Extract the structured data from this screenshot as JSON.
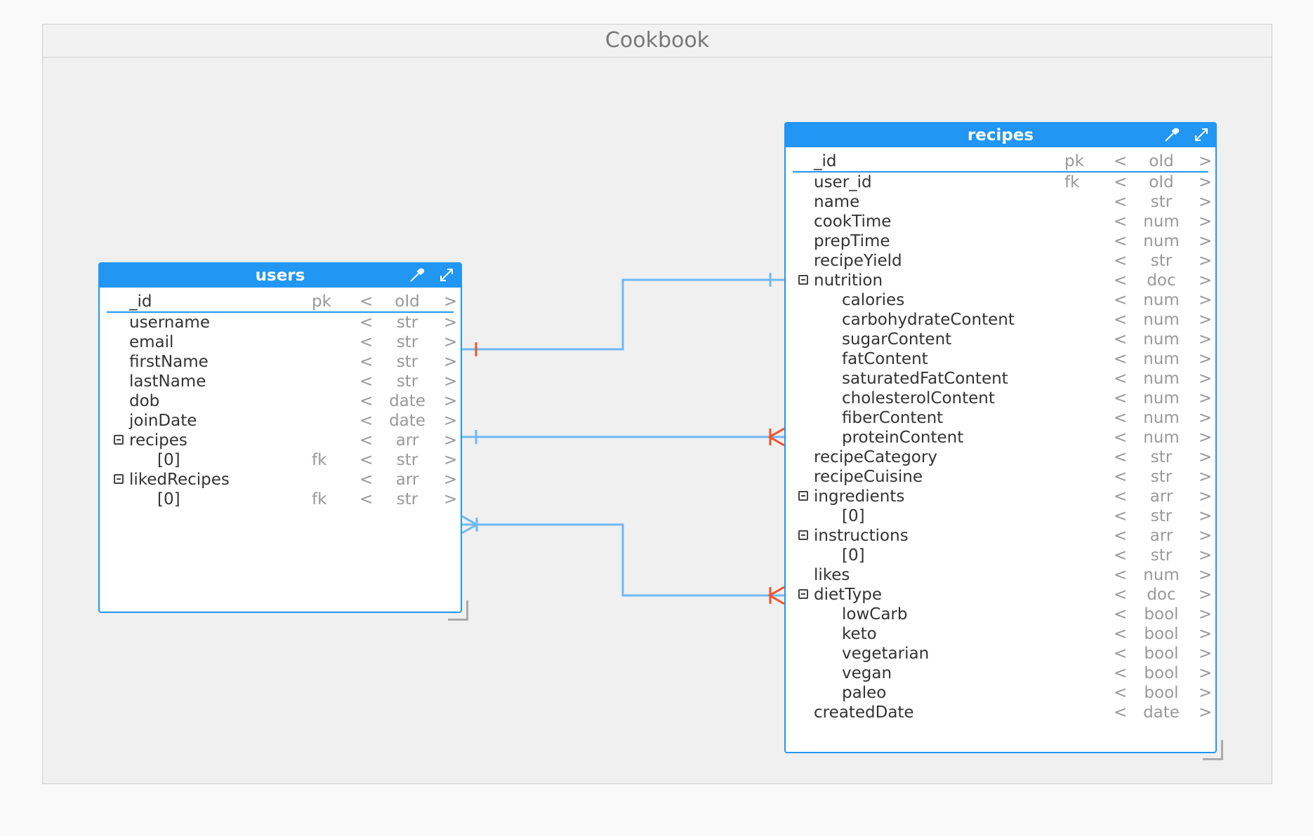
{
  "canvas": {
    "title": "Cookbook"
  },
  "colors": {
    "accent": "#2196f3",
    "connector": "#6fb8f5",
    "cardinality_mark": "#f0512a"
  },
  "icons": [
    "eyedropper-icon",
    "expand-icon",
    "collapse-toggle-icon"
  ],
  "entities": {
    "users": {
      "title": "users",
      "fields": [
        {
          "name": "_id",
          "key": "pk",
          "lt": "<",
          "type": "oId",
          "gt": ">",
          "depth": 0,
          "toggle": false,
          "pk": true
        },
        {
          "name": "username",
          "key": "",
          "lt": "<",
          "type": "str",
          "gt": ">",
          "depth": 0,
          "toggle": false
        },
        {
          "name": "email",
          "key": "",
          "lt": "<",
          "type": "str",
          "gt": ">",
          "depth": 0,
          "toggle": false
        },
        {
          "name": "firstName",
          "key": "",
          "lt": "<",
          "type": "str",
          "gt": ">",
          "depth": 0,
          "toggle": false
        },
        {
          "name": "lastName",
          "key": "",
          "lt": "<",
          "type": "str",
          "gt": ">",
          "depth": 0,
          "toggle": false
        },
        {
          "name": "dob",
          "key": "",
          "lt": "<",
          "type": "date",
          "gt": ">",
          "depth": 0,
          "toggle": false
        },
        {
          "name": "joinDate",
          "key": "",
          "lt": "<",
          "type": "date",
          "gt": ">",
          "depth": 0,
          "toggle": false
        },
        {
          "name": "recipes",
          "key": "",
          "lt": "<",
          "type": "arr",
          "gt": ">",
          "depth": 0,
          "toggle": true
        },
        {
          "name": "[0]",
          "key": "fk",
          "lt": "<",
          "type": "str",
          "gt": ">",
          "depth": 1,
          "toggle": false
        },
        {
          "name": "likedRecipes",
          "key": "",
          "lt": "<",
          "type": "arr",
          "gt": ">",
          "depth": 0,
          "toggle": true
        },
        {
          "name": "[0]",
          "key": "fk",
          "lt": "<",
          "type": "str",
          "gt": ">",
          "depth": 1,
          "toggle": false
        }
      ]
    },
    "recipes": {
      "title": "recipes",
      "fields": [
        {
          "name": "_id",
          "key": "pk",
          "lt": "<",
          "type": "oId",
          "gt": ">",
          "depth": 0,
          "toggle": false,
          "pk": true
        },
        {
          "name": "user_id",
          "key": "fk",
          "lt": "<",
          "type": "oId",
          "gt": ">",
          "depth": 0,
          "toggle": false
        },
        {
          "name": "name",
          "key": "",
          "lt": "<",
          "type": "str",
          "gt": ">",
          "depth": 0,
          "toggle": false
        },
        {
          "name": "cookTime",
          "key": "",
          "lt": "<",
          "type": "num",
          "gt": ">",
          "depth": 0,
          "toggle": false
        },
        {
          "name": "prepTime",
          "key": "",
          "lt": "<",
          "type": "num",
          "gt": ">",
          "depth": 0,
          "toggle": false
        },
        {
          "name": "recipeYield",
          "key": "",
          "lt": "<",
          "type": "str",
          "gt": ">",
          "depth": 0,
          "toggle": false
        },
        {
          "name": "nutrition",
          "key": "",
          "lt": "<",
          "type": "doc",
          "gt": ">",
          "depth": 0,
          "toggle": true
        },
        {
          "name": "calories",
          "key": "",
          "lt": "<",
          "type": "num",
          "gt": ">",
          "depth": 1,
          "toggle": false
        },
        {
          "name": "carbohydrateContent",
          "key": "",
          "lt": "<",
          "type": "num",
          "gt": ">",
          "depth": 1,
          "toggle": false
        },
        {
          "name": "sugarContent",
          "key": "",
          "lt": "<",
          "type": "num",
          "gt": ">",
          "depth": 1,
          "toggle": false
        },
        {
          "name": "fatContent",
          "key": "",
          "lt": "<",
          "type": "num",
          "gt": ">",
          "depth": 1,
          "toggle": false
        },
        {
          "name": "saturatedFatContent",
          "key": "",
          "lt": "<",
          "type": "num",
          "gt": ">",
          "depth": 1,
          "toggle": false
        },
        {
          "name": "cholesterolContent",
          "key": "",
          "lt": "<",
          "type": "num",
          "gt": ">",
          "depth": 1,
          "toggle": false
        },
        {
          "name": "fiberContent",
          "key": "",
          "lt": "<",
          "type": "num",
          "gt": ">",
          "depth": 1,
          "toggle": false
        },
        {
          "name": "proteinContent",
          "key": "",
          "lt": "<",
          "type": "num",
          "gt": ">",
          "depth": 1,
          "toggle": false
        },
        {
          "name": "recipeCategory",
          "key": "",
          "lt": "<",
          "type": "str",
          "gt": ">",
          "depth": 0,
          "toggle": false
        },
        {
          "name": "recipeCuisine",
          "key": "",
          "lt": "<",
          "type": "str",
          "gt": ">",
          "depth": 0,
          "toggle": false
        },
        {
          "name": "ingredients",
          "key": "",
          "lt": "<",
          "type": "arr",
          "gt": ">",
          "depth": 0,
          "toggle": true
        },
        {
          "name": "[0]",
          "key": "",
          "lt": "<",
          "type": "str",
          "gt": ">",
          "depth": 1,
          "toggle": false
        },
        {
          "name": "instructions",
          "key": "",
          "lt": "<",
          "type": "arr",
          "gt": ">",
          "depth": 0,
          "toggle": true
        },
        {
          "name": "[0]",
          "key": "",
          "lt": "<",
          "type": "str",
          "gt": ">",
          "depth": 1,
          "toggle": false
        },
        {
          "name": "likes",
          "key": "",
          "lt": "<",
          "type": "num",
          "gt": ">",
          "depth": 0,
          "toggle": false
        },
        {
          "name": "dietType",
          "key": "",
          "lt": "<",
          "type": "doc",
          "gt": ">",
          "depth": 0,
          "toggle": true
        },
        {
          "name": "lowCarb",
          "key": "",
          "lt": "<",
          "type": "bool",
          "gt": ">",
          "depth": 1,
          "toggle": false
        },
        {
          "name": "keto",
          "key": "",
          "lt": "<",
          "type": "bool",
          "gt": ">",
          "depth": 1,
          "toggle": false
        },
        {
          "name": "vegetarian",
          "key": "",
          "lt": "<",
          "type": "bool",
          "gt": ">",
          "depth": 1,
          "toggle": false
        },
        {
          "name": "vegan",
          "key": "",
          "lt": "<",
          "type": "bool",
          "gt": ">",
          "depth": 1,
          "toggle": false
        },
        {
          "name": "paleo",
          "key": "",
          "lt": "<",
          "type": "bool",
          "gt": ">",
          "depth": 1,
          "toggle": false
        },
        {
          "name": "createdDate",
          "key": "",
          "lt": "<",
          "type": "date",
          "gt": ">",
          "depth": 0,
          "toggle": false
        }
      ]
    }
  },
  "relationships": [
    {
      "from": "users._id",
      "to": "recipes.user_id",
      "from_end": "one",
      "to_end": "one"
    },
    {
      "from": "users.recipes",
      "to": "recipes._id",
      "from_end": "one",
      "to_end": "many"
    },
    {
      "from": "users.likedRecipes",
      "to": "recipes._id",
      "from_end": "many",
      "to_end": "many"
    }
  ]
}
